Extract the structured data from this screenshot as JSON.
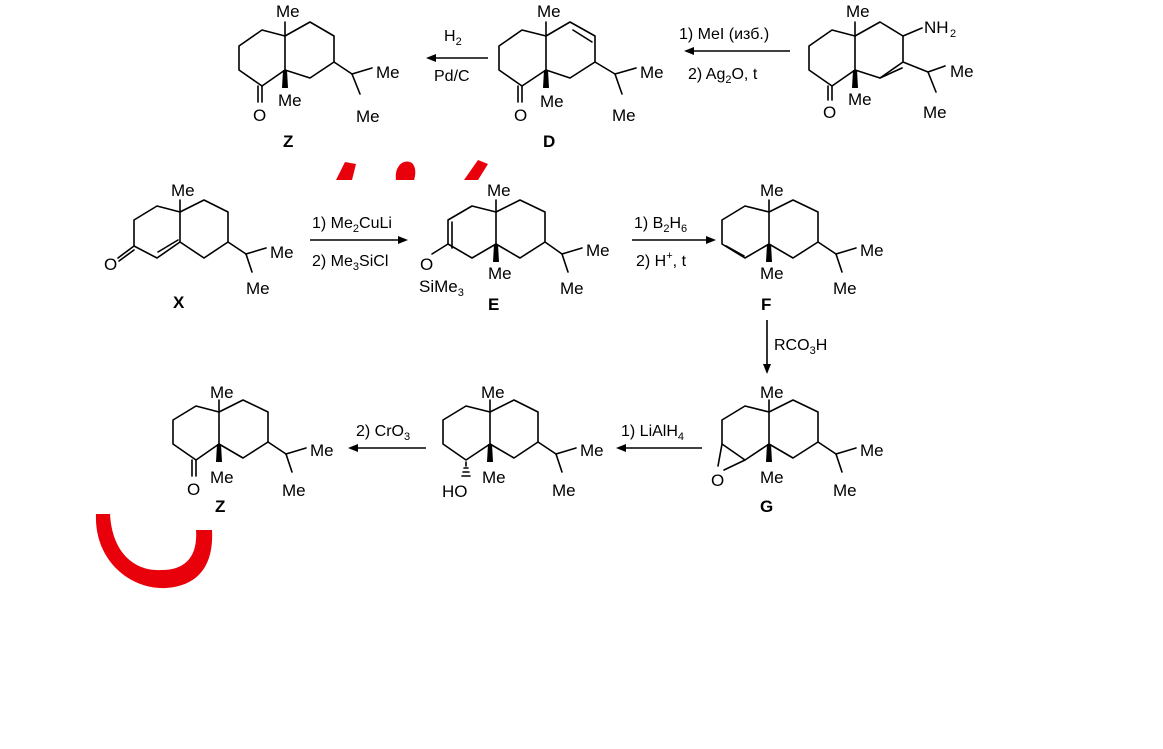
{
  "atoms": {
    "me": "Me",
    "o": "O",
    "nh2": "NH",
    "nh2_sub": "2",
    "ho": "HO",
    "tms_si": "SiMe",
    "tms_sub": "3"
  },
  "compounds": {
    "z_top": "Z",
    "d": "D",
    "x": "X",
    "e": "E",
    "f": "F",
    "g": "G",
    "z_bottom": "Z"
  },
  "reagents": {
    "amine_to_d": {
      "line1": "1) MeI (изб.)",
      "line2_pre": "2) Ag",
      "line2_sub": "2",
      "line2_post": "O, t"
    },
    "d_to_z": {
      "line1_pre": "H",
      "line1_sub": "2",
      "line2": "Pd/C"
    },
    "x_to_e": {
      "line1_pre": "1) Me",
      "line1_sub": "2",
      "line1_post": "CuLi",
      "line2_pre": "2) Me",
      "line2_sub": "3",
      "line2_post": "SiCl"
    },
    "e_to_f": {
      "line1_pre": "1) B",
      "line1_sub1": "2",
      "line1_mid": "H",
      "line1_sub2": "6",
      "line2_pre": "2) H",
      "line2_sup": "+",
      "line2_post": ", t"
    },
    "f_to_g": {
      "line1_pre": "RCO",
      "line1_sub": "3",
      "line1_post": "H"
    },
    "g_to_alcohol": {
      "line1_pre": "1) LiAlH",
      "line1_sub": "4"
    },
    "alcohol_to_z": {
      "line1_pre": "2) CrO",
      "line1_sub": "3"
    }
  },
  "annotations": {
    "mark_color": "#e8000b"
  }
}
